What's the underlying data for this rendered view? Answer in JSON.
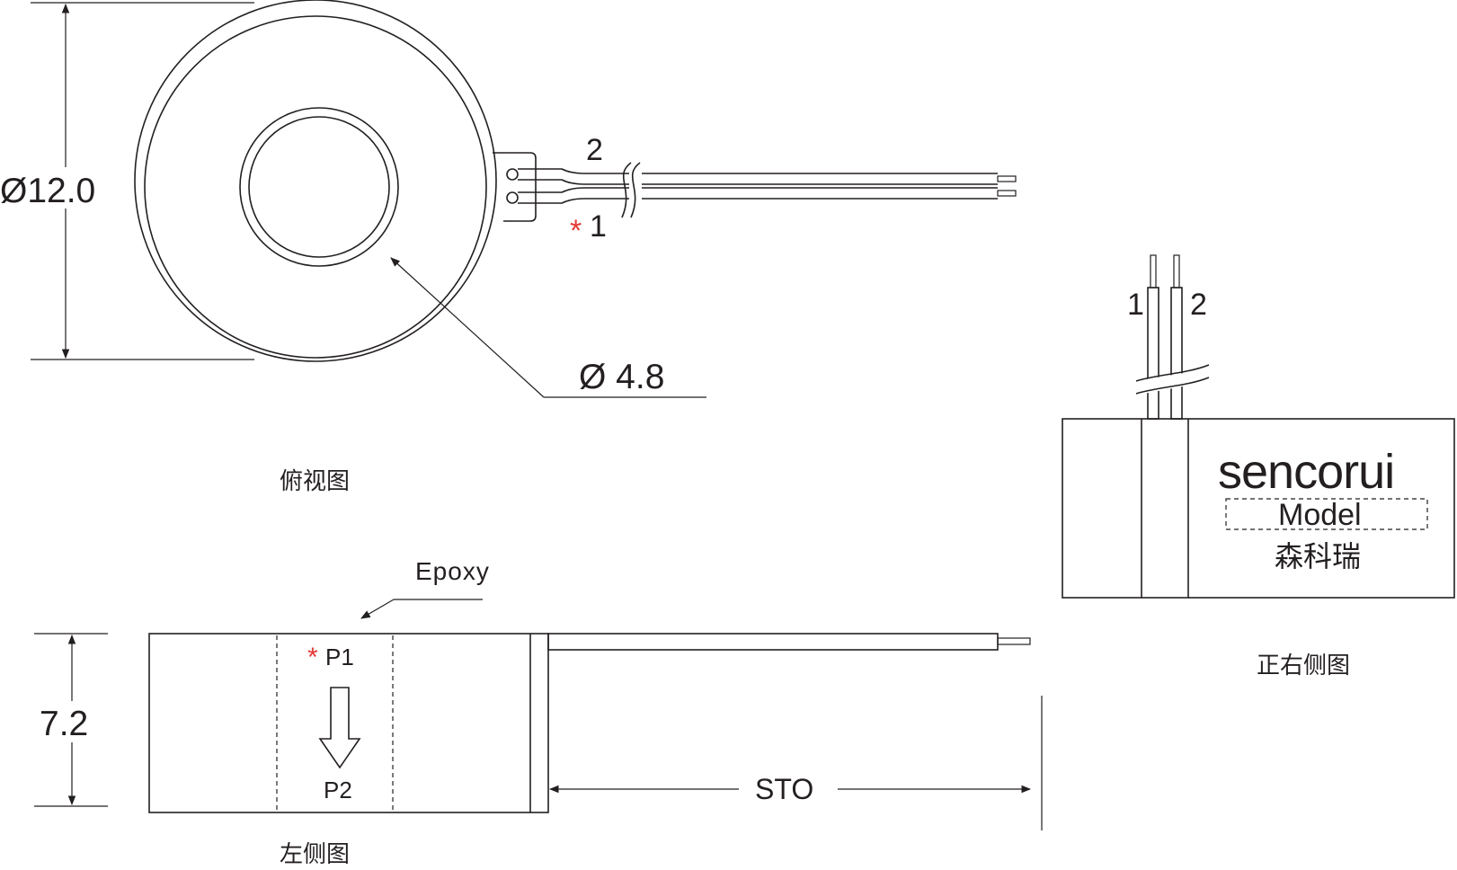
{
  "top_view": {
    "outer_diameter_label": "Ø12.0",
    "inner_diameter_label": "Ø 4.8",
    "wire_label_2": "2",
    "wire_label_1_star": "*",
    "wire_label_1": "1",
    "caption": "俯视图"
  },
  "right_view": {
    "wire_label_1": "1",
    "wire_label_2": "2",
    "brand": "sencorui",
    "model": "Model",
    "brand_cn": "森科瑞",
    "caption": "正右侧图"
  },
  "left_view": {
    "epoxy_label": "Epoxy",
    "p1_star": "*",
    "p1_label": "P1",
    "p2_label": "P2",
    "height_label": "7.2",
    "length_label": "STO",
    "caption": "左侧图"
  },
  "colors": {
    "line": "#231f20",
    "marker_red": "#e53935"
  }
}
